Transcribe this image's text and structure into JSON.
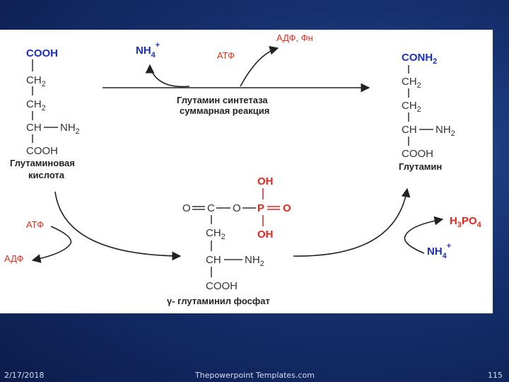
{
  "reaction": {
    "glutamate": {
      "cooh_top": "COOH",
      "ch2_a": "CH",
      "ch2_b": "CH",
      "ch": "CH",
      "nh": "NH",
      "cooh_bottom": "COOH",
      "name_line1": "Глутаминовая",
      "name_line2": "кислота"
    },
    "top_reaction": {
      "nh4": "NH",
      "nh4_charge": "+",
      "atp": "АТФ",
      "adp_pn": "АДФ, Фн",
      "enzyme_line1": "Глутамин синтетаза",
      "enzyme_line2": "суммарная реакция"
    },
    "glutamine": {
      "conh2": "CONH",
      "ch2_a": "CH",
      "ch2_b": "CH",
      "ch": "CH",
      "nh": "NH",
      "cooh": "COOH",
      "name": "Глутамин"
    },
    "step1": {
      "atp": "АТФ",
      "adp": "АДФ"
    },
    "intermediate": {
      "oh_top": "OH",
      "backbone": "O═C—O—P═O",
      "o_left": "O",
      "c": "C",
      "o_mid": "O",
      "p": "P",
      "o_right": "O",
      "oh_bottom": "OH",
      "ch2": "CH",
      "ch": "CH",
      "nh": "NH",
      "cooh": "COOH",
      "name": "γ- глутаминил фосфат"
    },
    "step2": {
      "h3po4_h": "H",
      "h3po4_po": "PO",
      "nh4": "NH",
      "nh4_charge": "+"
    },
    "subscript_2": "2",
    "subscript_3": "3",
    "subscript_4": "4"
  },
  "footer": {
    "date": "2/17/2018",
    "site": "Thepowerpoint Templates.com",
    "page": "115"
  },
  "colors": {
    "formula_blue": "#1b2fb8",
    "phosphate_red": "#e8241c",
    "text_dark": "#222222",
    "label_red": "#e0301e"
  }
}
